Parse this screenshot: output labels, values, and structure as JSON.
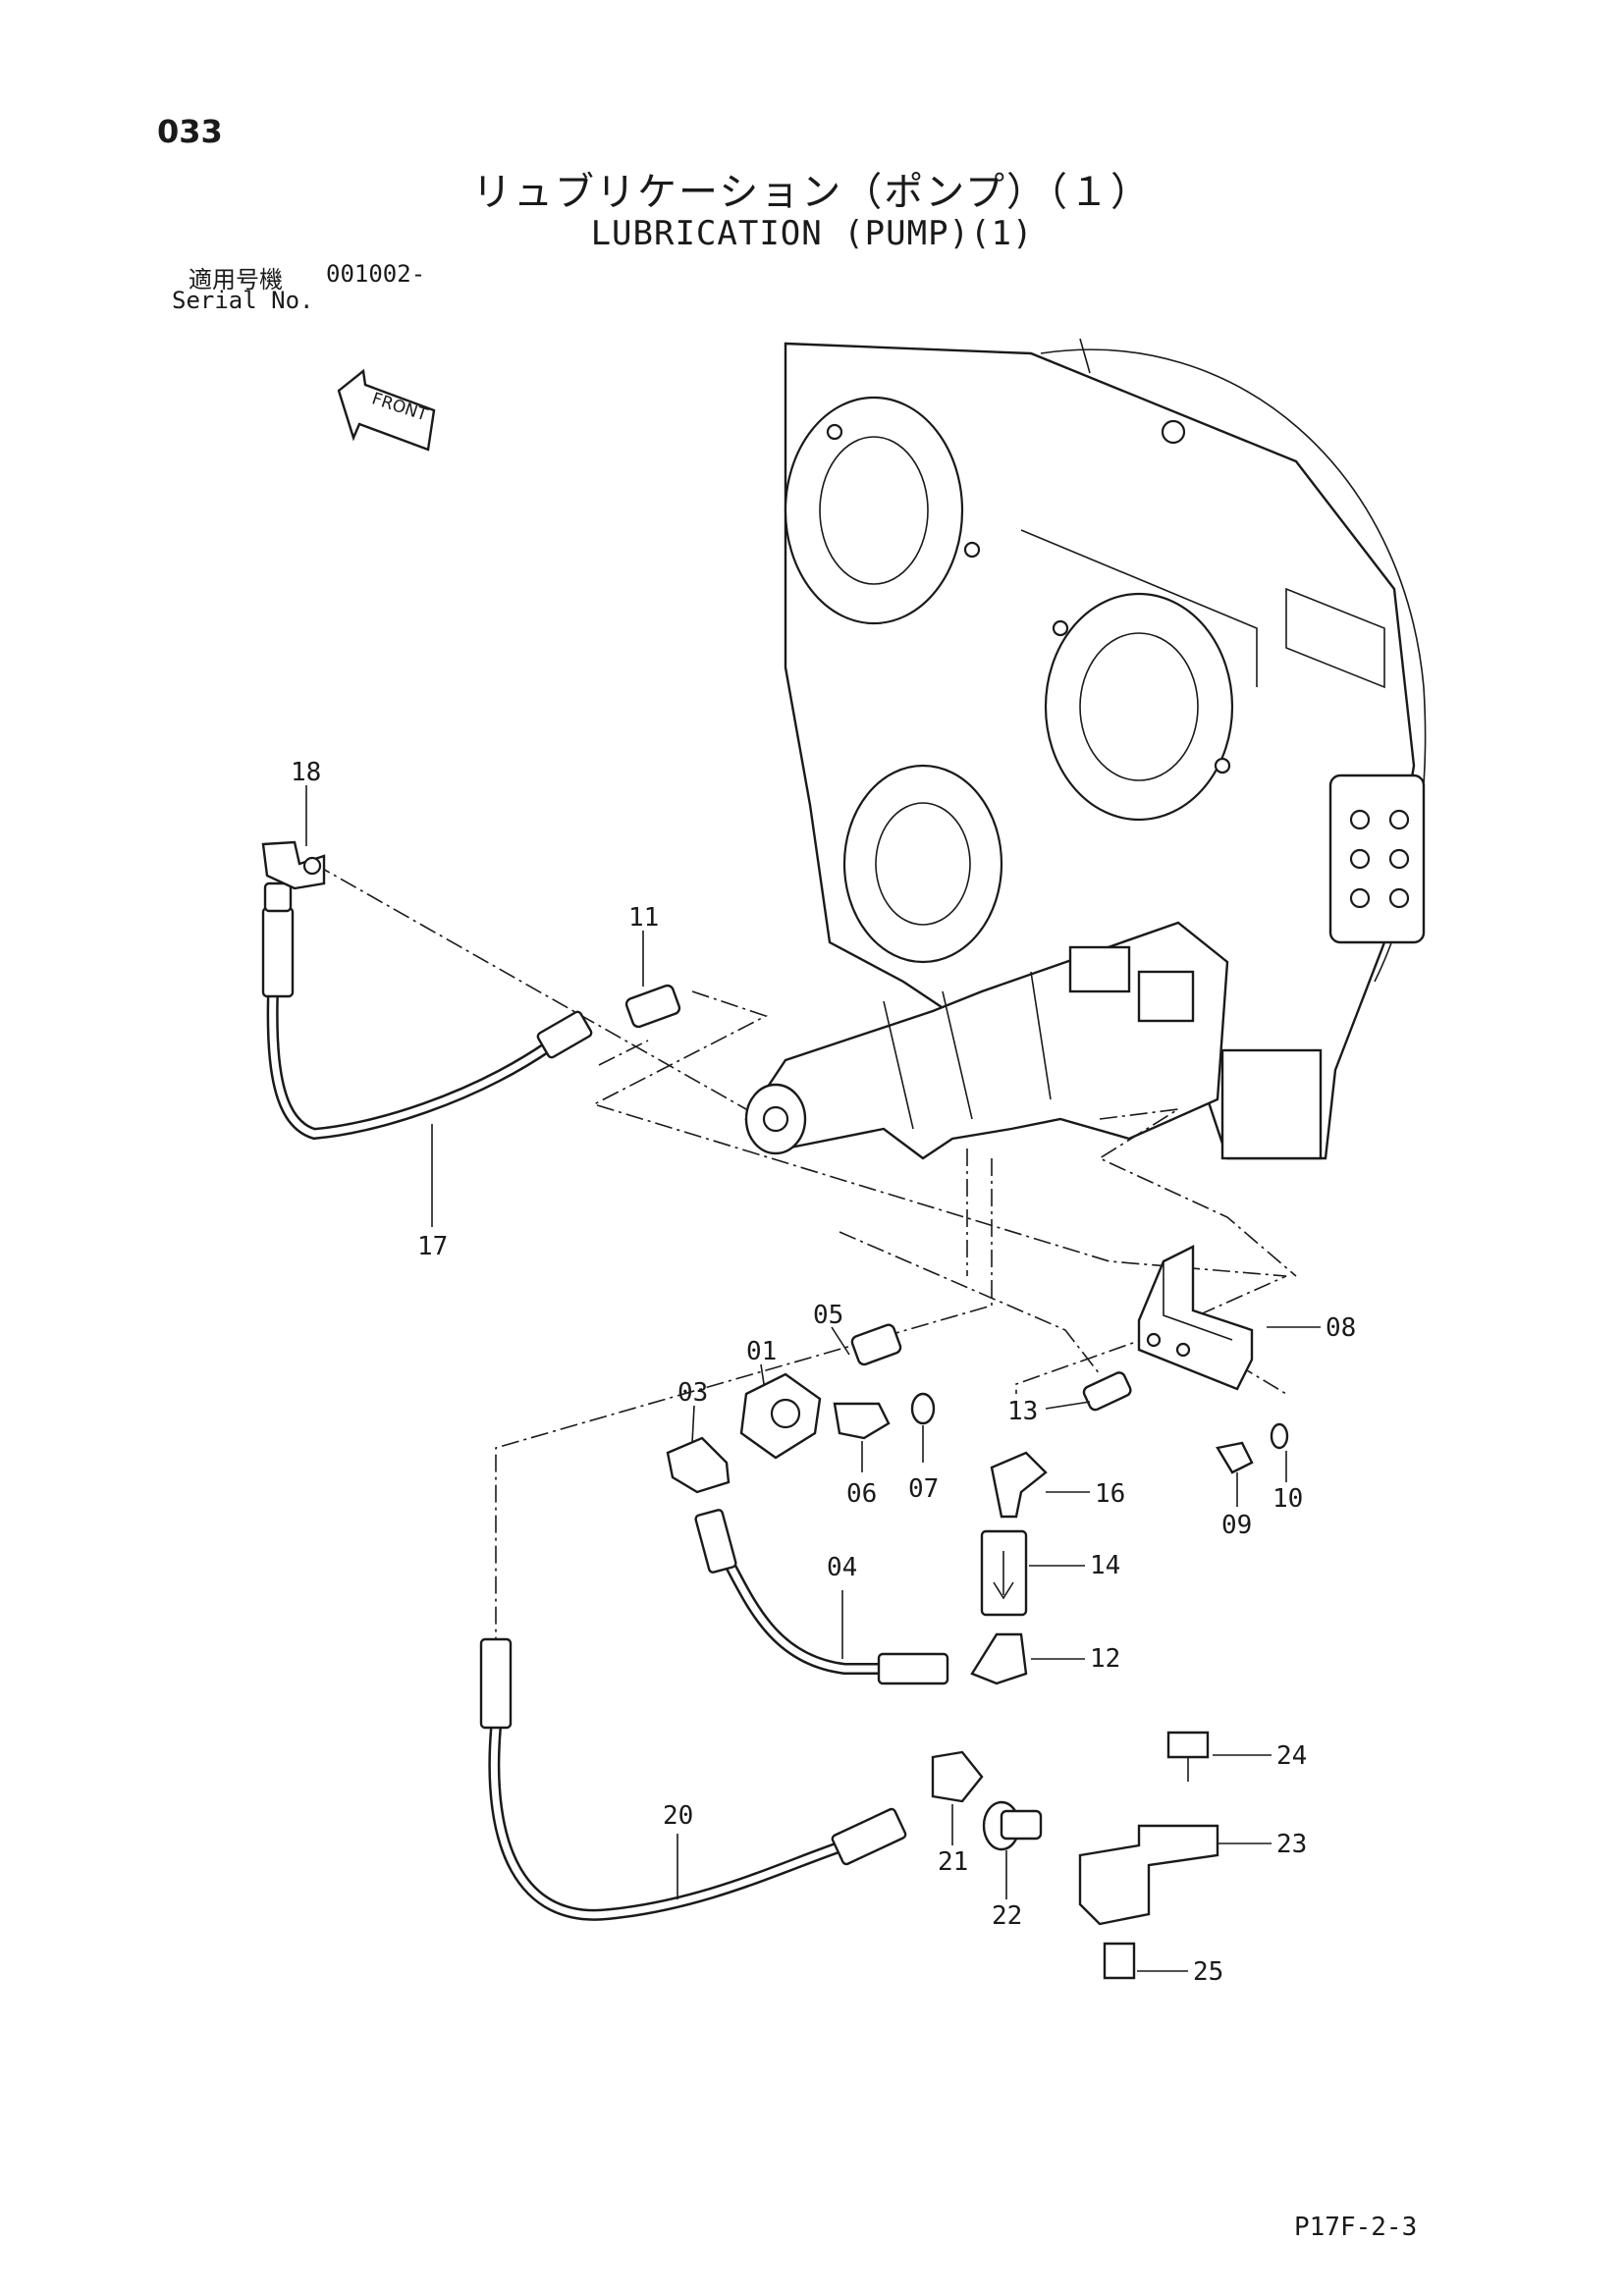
{
  "header": {
    "page_number": "033",
    "title_jp": "リュブリケーション（ポンプ）（１）",
    "title_en": "LUBRICATION (PUMP)(1)",
    "serial_label_jp": "適用号機",
    "serial_label_en": "Serial No.",
    "serial_value": "001002-"
  },
  "front_arrow_label": "FRONT",
  "callouts": [
    "18",
    "11",
    "17",
    "05",
    "01",
    "03",
    "06",
    "07",
    "08",
    "13",
    "16",
    "09",
    "10",
    "04",
    "14",
    "12",
    "24",
    "23",
    "20",
    "21",
    "22",
    "25"
  ],
  "footer": {
    "page_code": "P17F-2-3"
  }
}
